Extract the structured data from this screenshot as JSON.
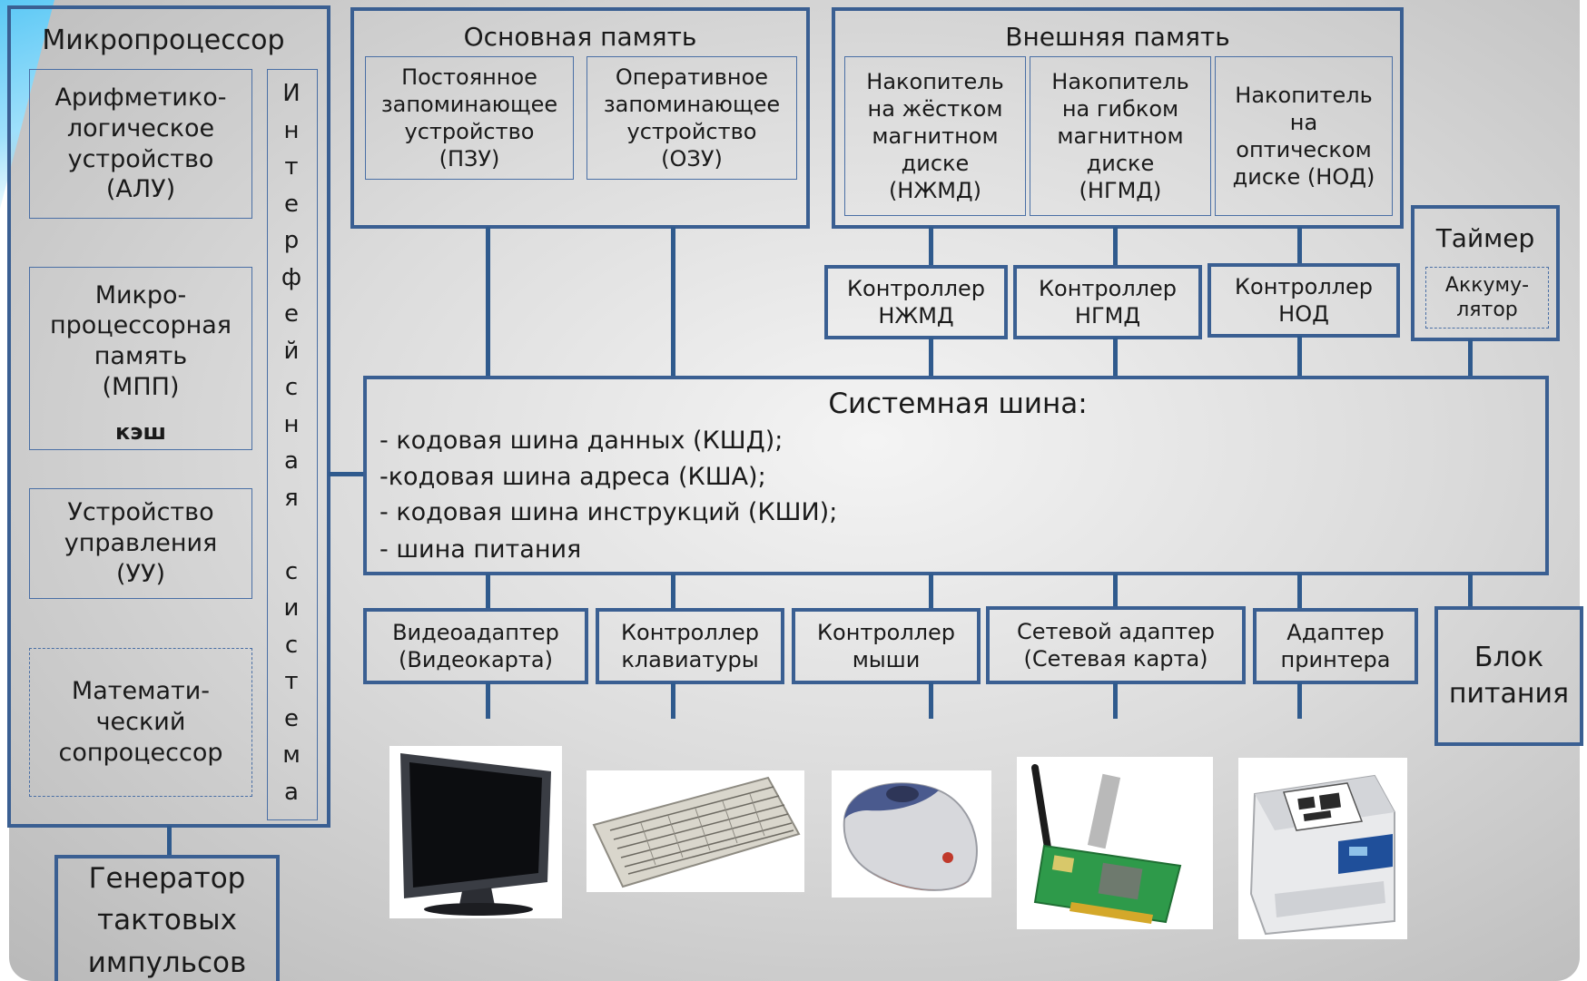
{
  "processor": {
    "title": "Микропроцессор",
    "alu": "Арифметико-\nлогическое\nустройство\n(АЛУ)",
    "mpp": "Микро-\nпроцессорная\nпамять\n(МПП)",
    "cache": "кэш",
    "cu": "Устройство\nуправления\n(УУ)",
    "math": "Математи-\nческий\nсопроцессор",
    "interface_chars": [
      "И",
      "н",
      "т",
      "е",
      "р",
      "ф",
      "е",
      "й",
      "с",
      "н",
      "а",
      "я",
      "",
      "с",
      "и",
      "с",
      "т",
      "е",
      "м",
      "а"
    ]
  },
  "clock_generator": "Генератор\nтактовых\nимпульсов",
  "main_memory": {
    "title": "Основная память",
    "rom": "Постоянное\nзапоминающее\nустройство\n(ПЗУ)",
    "ram": "Оперативное\nзапоминающее\nустройство\n(ОЗУ)"
  },
  "external_memory": {
    "title": "Внешняя память",
    "hdd": "Накопитель\nна жёстком\nмагнитном\nдиске\n(НЖМД)",
    "fdd": "Накопитель\nна гибком\nмагнитном\nдиске\n(НГМД)",
    "odd": "Накопитель\nна\nоптическом\nдиске (НОД)"
  },
  "controllers": {
    "hdd": "Контроллер\nНЖМД",
    "fdd": "Контроллер\nНГМД",
    "odd": "Контроллер\nНОД"
  },
  "timer": {
    "title": "Таймер",
    "battery": "Аккуму-\nлятор"
  },
  "system_bus": {
    "title": "Системная шина:",
    "lines": [
      "- кодовая шина данных (КШД);",
      " -кодовая шина адреса (КША);",
      "- кодовая шина инструкций (КШИ);",
      " - шина питания"
    ]
  },
  "peripherals": {
    "video": "Видеоадаптер\n(Видеокарта)",
    "keyboard": "Контроллер\nклавиатуры",
    "mouse": "Контроллер\nмыши",
    "network": "Сетевой адаптер\n(Сетевая карта)",
    "printer": "Адаптер\nпринтера"
  },
  "power_supply": "Блок\nпитания",
  "colors": {
    "box_border": "#3a5f92",
    "line": "#2f5a8d",
    "accent": "#5bc8f5"
  },
  "devices": [
    "monitor-icon",
    "keyboard-icon",
    "mouse-icon",
    "network-card-icon",
    "printer-icon"
  ]
}
